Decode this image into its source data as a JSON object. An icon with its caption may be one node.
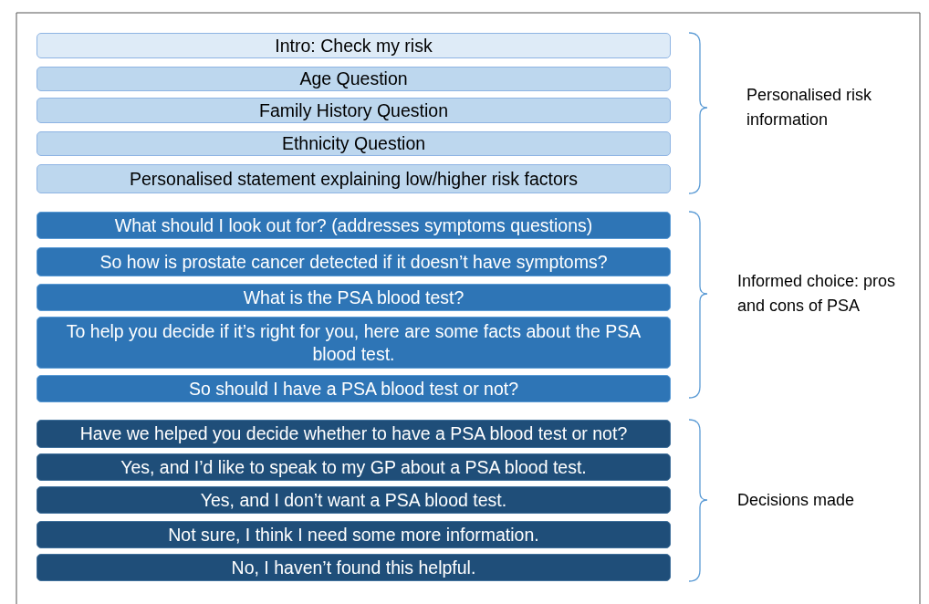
{
  "diagram": {
    "nodes": [
      {
        "text": [
          "Intro: Check my risk"
        ]
      },
      {
        "text": [
          "Age Question"
        ]
      },
      {
        "text": [
          "Family History Question"
        ]
      },
      {
        "text": [
          "Ethnicity Question"
        ]
      },
      {
        "text": [
          "Personalised statement explaining low/higher risk factors"
        ]
      },
      {
        "text": [
          "What should I look out for? (addresses symptoms questions)"
        ]
      },
      {
        "text": [
          "So how is prostate cancer detected if it doesn’t have symptoms?"
        ]
      },
      {
        "text": [
          "What is the PSA blood test?"
        ]
      },
      {
        "text": [
          "To help you decide if it’s right for you, here are some facts about the PSA blood test."
        ]
      },
      {
        "text": [
          "So should I have a PSA blood test or not?"
        ]
      },
      {
        "text": [
          "Have we helped you decide whether to have a PSA blood test or not?"
        ]
      },
      {
        "text": [
          "Yes, and I’d like to speak to my GP about a PSA blood test."
        ]
      },
      {
        "text": [
          "Yes, and I don’t want a PSA blood test."
        ]
      },
      {
        "text": [
          "Not sure, I think I need some more information."
        ]
      },
      {
        "text": [
          "No, I haven’t found this helpful."
        ]
      }
    ],
    "labels": [
      "Personalised risk information",
      "Informed choice: pros and cons of PSA",
      "Decisions made"
    ]
  }
}
